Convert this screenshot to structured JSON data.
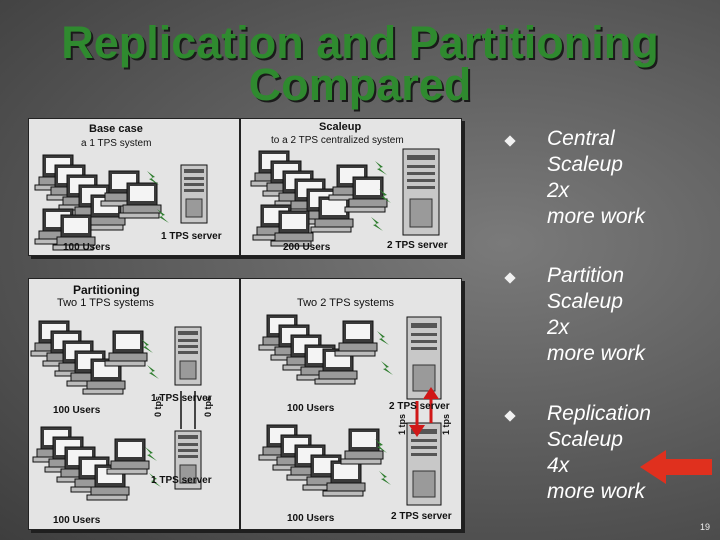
{
  "title": {
    "line1": "Replication and Partitioning",
    "line2": "Compared"
  },
  "panel_base": {
    "heading": "Base case",
    "subheading": "a 1 TPS system",
    "users": "100 Users",
    "server": "1 TPS server"
  },
  "panel_scaleup": {
    "heading": "Scaleup",
    "subheading": "to a 2 TPS centralized system",
    "users": "200 Users",
    "server": "2 TPS server"
  },
  "panel_partitioning": {
    "heading": "Partitioning",
    "subheading": "Two 1 TPS systems",
    "users_top": "100 Users",
    "server_top": "1 TPS server",
    "users_bottom": "100 Users",
    "server_bottom": "1 TPS server",
    "link_left": "0 tps",
    "link_right": "0 tps"
  },
  "panel_replication": {
    "subheading": "Two 2 TPS systems",
    "users_top": "100 Users",
    "server_top": "2 TPS server",
    "users_bottom": "100 Users",
    "server_bottom": "2 TPS server",
    "link_left": "1 tps",
    "link_right": "1 tps"
  },
  "bullets": [
    {
      "lines": [
        "Central",
        "Scaleup",
        "2x",
        "more work"
      ]
    },
    {
      "lines": [
        "Partition",
        "Scaleup",
        "2x",
        "more work"
      ]
    },
    {
      "lines": [
        "Replication",
        "Scaleup",
        "4x",
        "more work"
      ]
    }
  ],
  "page_number": "19",
  "colors": {
    "title": "#2f8a2f",
    "lightning": "#2f7d2f",
    "arrow": "#e0301e",
    "link_arrow": "#d01818"
  }
}
